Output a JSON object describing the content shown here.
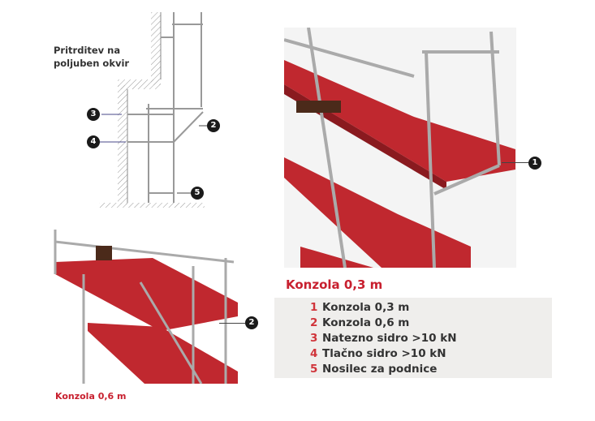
{
  "diagram": {
    "title_line1": "Pritrditev na",
    "title_line2": "poljuben okvir",
    "callouts": [
      "3",
      "4",
      "2",
      "5"
    ]
  },
  "photo_right": {
    "callout": "1",
    "caption": "Konzola 0,3 m"
  },
  "photo_left": {
    "callout": "2",
    "caption": "Konzola 0,6 m"
  },
  "legend": {
    "items": [
      {
        "num": "1",
        "label": "Konzola 0,3 m"
      },
      {
        "num": "2",
        "label": "Konzola 0,6 m"
      },
      {
        "num": "3",
        "label": "Natezno sidro >10 kN"
      },
      {
        "num": "4",
        "label": "Tlačno sidro >10 kN"
      },
      {
        "num": "5",
        "label": "Nosilec za podnice"
      }
    ]
  },
  "colors": {
    "accent": "#c8202f",
    "deck": "#c0282f",
    "legend_bg": "#efeeec"
  }
}
